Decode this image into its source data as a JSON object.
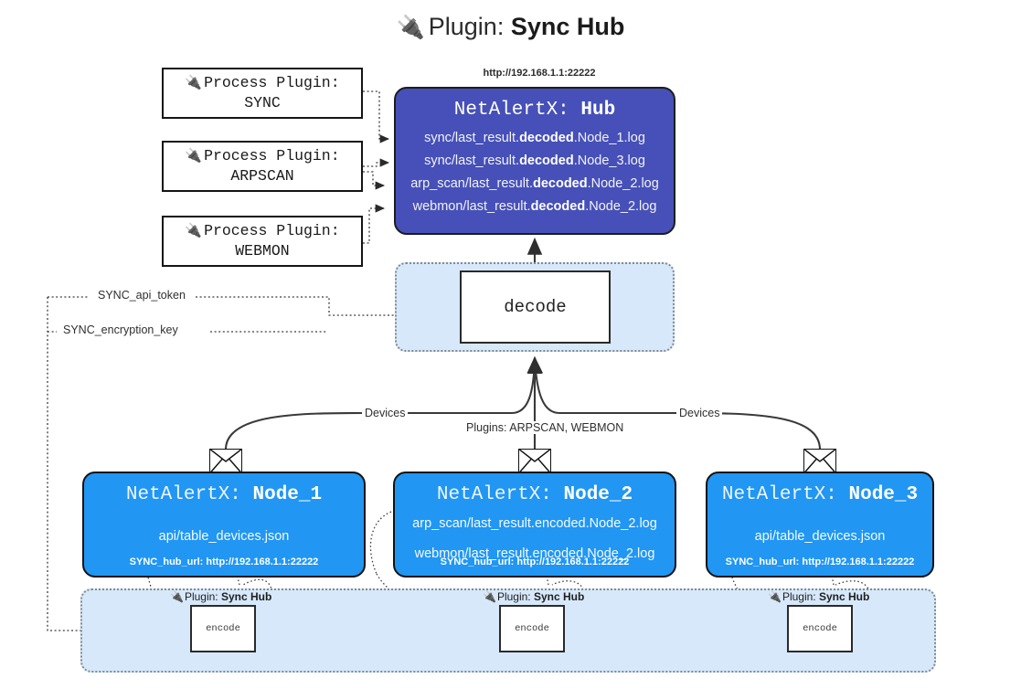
{
  "title": {
    "icon": "electric-plug-icon",
    "prefix": "Plugin:",
    "name": "Sync Hub",
    "glyph": "🔌"
  },
  "process_plugins": [
    {
      "heading": "Process Plugin:",
      "name": "SYNC",
      "icon": "electric-plug-icon"
    },
    {
      "heading": "Process Plugin:",
      "name": "ARPSCAN",
      "icon": "electric-plug-icon"
    },
    {
      "heading": "Process Plugin:",
      "name": "WEBMON",
      "icon": "electric-plug-icon"
    }
  ],
  "hub": {
    "url": "http://192.168.1.1:22222",
    "app": "NetAlertX:",
    "name": "Hub",
    "lines": [
      {
        "pre": "sync/last_result.",
        "em": "decoded",
        "post": ".Node_1.log"
      },
      {
        "pre": "sync/last_result.",
        "em": "decoded",
        "post": ".Node_3.log"
      },
      {
        "pre": "arp_scan/last_result.",
        "em": "decoded",
        "post": ".Node_2.log"
      },
      {
        "pre": "webmon/last_result.",
        "em": "decoded",
        "post": ".Node_2.log"
      }
    ]
  },
  "decode": {
    "label": "decode"
  },
  "edge_labels": {
    "api_token": "SYNC_api_token",
    "encryption_key": "SYNC_encryption_key",
    "devices_left": "Devices",
    "devices_right": "Devices",
    "plugins": "Plugins: ARPSCAN, WEBMON"
  },
  "nodes": [
    {
      "app": "NetAlertX:",
      "name": "Node_1",
      "icon": "envelope-icon",
      "resources": [
        "api/table_devices.json"
      ],
      "footer": "SYNC_hub_url: http://192.168.1.1:22222"
    },
    {
      "app": "NetAlertX:",
      "name": "Node_2",
      "icon": "envelope-icon",
      "resources": [
        "arp_scan/last_result.encoded.Node_2.log",
        "webmon/last_result.encoded.Node_2.log"
      ],
      "footer": "SYNC_hub_url: http://192.168.1.1:22222"
    },
    {
      "app": "NetAlertX:",
      "name": "Node_3",
      "icon": "envelope-icon",
      "resources": [
        "api/table_devices.json"
      ],
      "footer": "SYNC_hub_url: http://192.168.1.1:22222"
    }
  ],
  "encoders": [
    {
      "tag_prefix": "Plugin:",
      "tag_name": "Sync Hub",
      "label": "encode",
      "icon": "electric-plug-icon"
    },
    {
      "tag_prefix": "Plugin:",
      "tag_name": "Sync Hub",
      "label": "encode",
      "icon": "electric-plug-icon"
    },
    {
      "tag_prefix": "Plugin:",
      "tag_name": "Sync Hub",
      "label": "encode",
      "icon": "electric-plug-icon"
    }
  ],
  "colors": {
    "hub_fill": "#4650b8",
    "node_fill": "#2196f3",
    "container_fill": "#d6e8fa",
    "stroke": "#1d1d1d",
    "dotted_stroke": "#7f8a93"
  }
}
